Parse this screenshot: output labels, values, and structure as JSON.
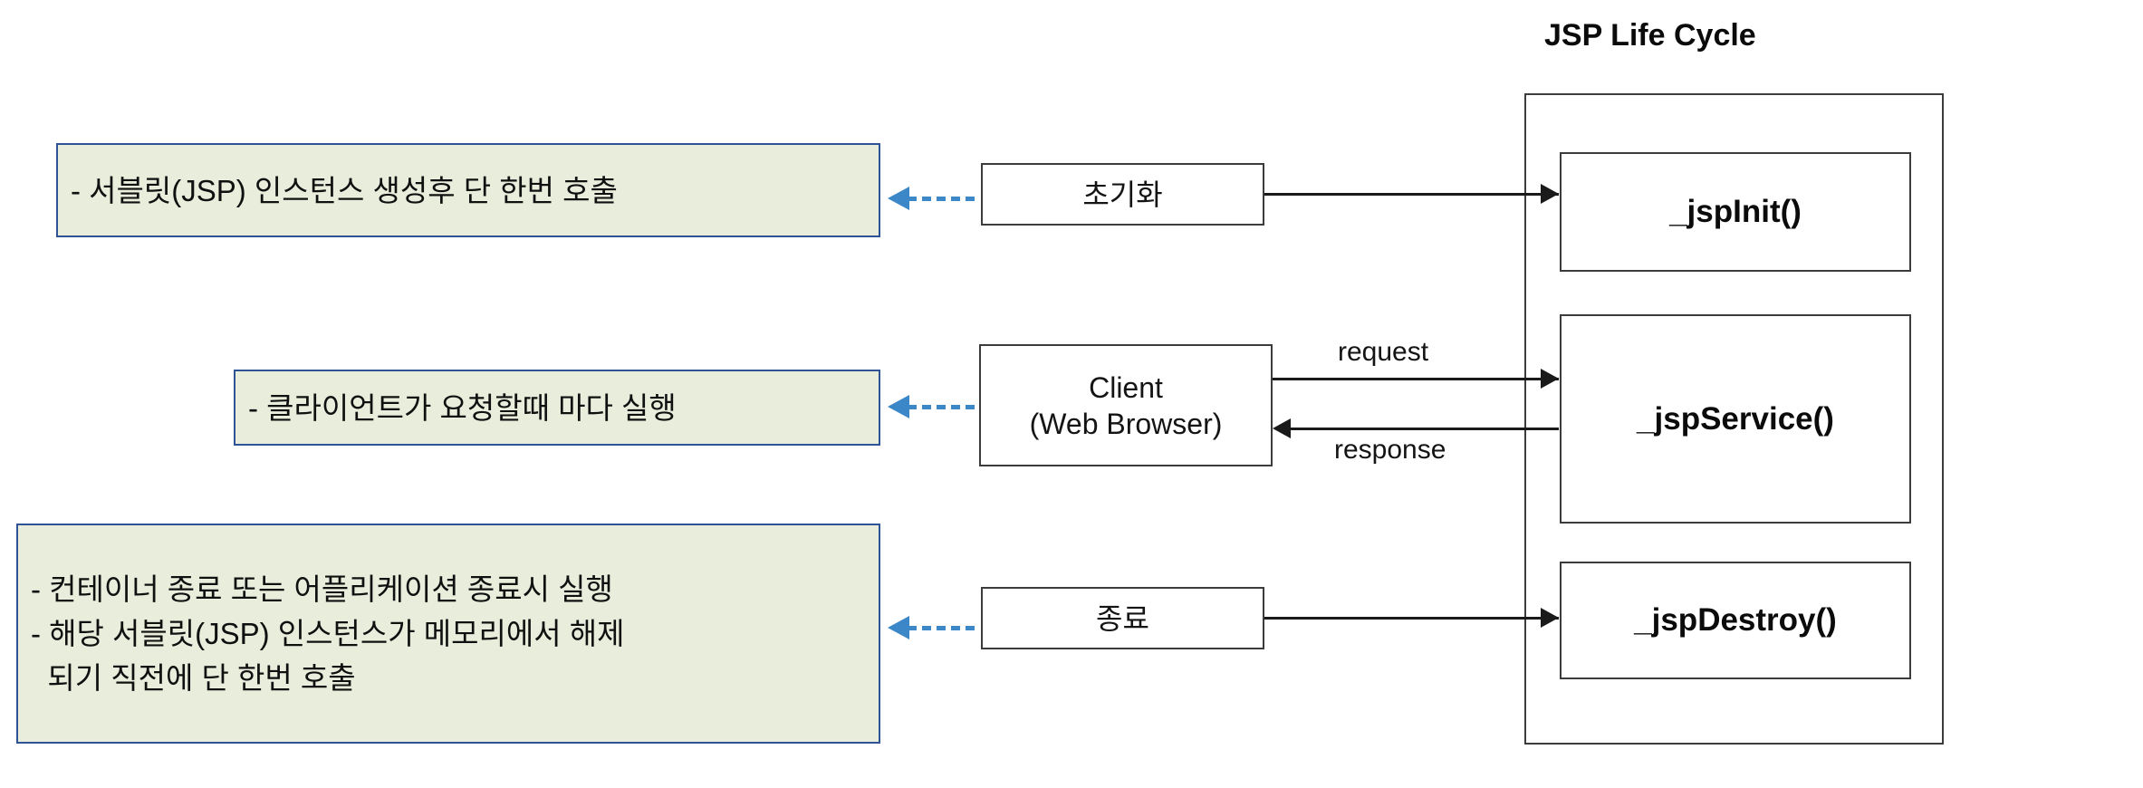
{
  "diagram": {
    "title": "JSP Life Cycle",
    "colors": {
      "note_fill": "#E9EDDC",
      "note_border": "#2F5496",
      "box_border": "#3C3C3C",
      "dashed_arrow": "#3C87C8",
      "connector": "#1A1A1A"
    },
    "notes": [
      {
        "id": "init-note",
        "lines": [
          "- 서블릿(JSP) 인스턴스 생성후 단 한번 호출"
        ]
      },
      {
        "id": "service-note",
        "lines": [
          "- 클라이언트가 요청할때 마다 실행"
        ]
      },
      {
        "id": "destroy-note",
        "lines": [
          "- 컨테이너 종료 또는 어플리케이션 종료시 실행",
          "- 해당 서블릿(JSP) 인스턴스가 메모리에서 해제",
          "  되기 직전에 단 한번 호출"
        ]
      }
    ],
    "actors": [
      {
        "id": "init-actor",
        "lines": [
          "초기화"
        ]
      },
      {
        "id": "client-actor",
        "lines": [
          "Client",
          "(Web Browser)"
        ]
      },
      {
        "id": "destroy-actor",
        "lines": [
          "종료"
        ]
      }
    ],
    "lifecycle_methods": [
      {
        "id": "jsp-init",
        "label": "_jspInit()"
      },
      {
        "id": "jsp-service",
        "label": "_jspService()"
      },
      {
        "id": "jsp-destroy",
        "label": "_jspDestroy()"
      }
    ],
    "edge_labels": {
      "request": "request",
      "response": "response"
    }
  }
}
